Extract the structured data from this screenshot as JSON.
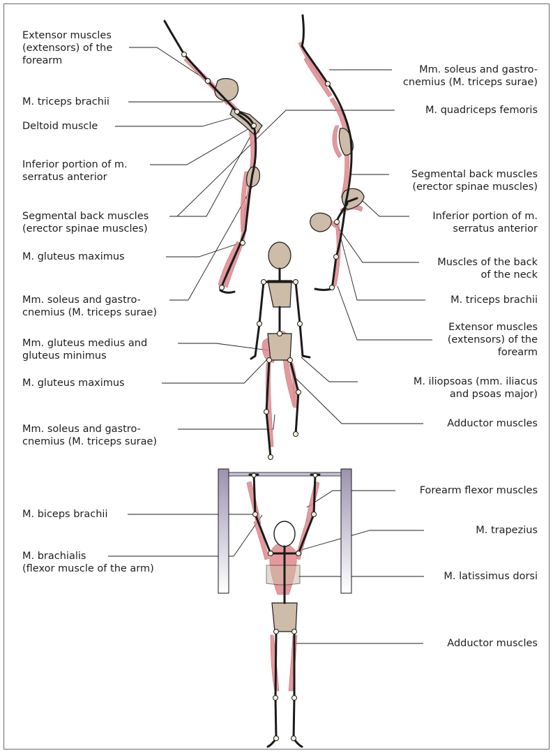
{
  "colors": {
    "muscle": "#e0898d",
    "muscle_light": "#f2c4c6",
    "bone": "#1a1a1a",
    "joint": "#f4f2de",
    "body_segment": "#cdbca8",
    "bar_post": "#a79db8",
    "leader": "#1d1d1b"
  },
  "figures": {
    "forward_lean": {
      "labels": {
        "extensor_forearm": [
          "Extensor muscles",
          "(extensors) of the",
          "forearm"
        ],
        "triceps_brachii": [
          "M. triceps brachii"
        ],
        "deltoid": [
          "Deltoid muscle"
        ],
        "serratus_inferior": [
          "Inferior portion of m.",
          "serratus anterior"
        ],
        "segmental_back": [
          "Segmental back muscles",
          "(erector spinae muscles)"
        ],
        "gluteus_maximus": [
          "M. gluteus maximus"
        ],
        "soleus_gastrocnemius": [
          "Mm. soleus and gastro-",
          "cnemius (M. triceps surae)"
        ]
      }
    },
    "backward_lean": {
      "labels": {
        "soleus_gastrocnemius": [
          "Mm. soleus and gastro-",
          "cnemius (M. triceps surae)"
        ],
        "quadriceps": [
          "M. quadriceps femoris"
        ],
        "segmental_back": [
          "Segmental back muscles",
          "(erector spinae muscles)"
        ],
        "serratus_inferior": [
          "Inferior portion of m.",
          "serratus anterior"
        ],
        "neck_back": [
          "Muscles of the back",
          "of the neck"
        ],
        "triceps_brachii": [
          "M. triceps brachii"
        ],
        "extensor_forearm": [
          "Extensor muscles",
          "(extensors) of the",
          "forearm"
        ]
      }
    },
    "standing_one_leg": {
      "labels": {
        "gluteus_medius_minimus": [
          "Mm. gluteus medius and",
          "gluteus minimus"
        ],
        "gluteus_maximus": [
          "M. gluteus maximus"
        ],
        "soleus_gastrocnemius": [
          "Mm. soleus and gastro-",
          "cnemius (M. triceps surae)"
        ],
        "iliopsoas": [
          "M. iliopsoas (mm. iliacus",
          "and psoas major)"
        ],
        "adductors": [
          "Adductor muscles"
        ]
      }
    },
    "hanging": {
      "labels": {
        "biceps_brachii": [
          "M. biceps brachii"
        ],
        "brachialis": [
          "M. brachialis",
          "(flexor muscle of the arm)"
        ],
        "forearm_flexor": [
          "Forearm flexor muscles"
        ],
        "trapezius": [
          "M. trapezius"
        ],
        "latissimus_dorsi": [
          "M. latissimus dorsi"
        ],
        "adductors": [
          "Adductor muscles"
        ]
      }
    }
  }
}
